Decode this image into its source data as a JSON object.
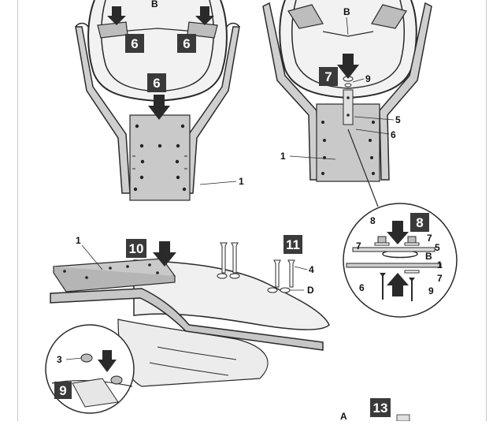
{
  "steps": {
    "s6a": "6",
    "s6b": "6",
    "s6c": "6",
    "s7": "7",
    "s8": "8",
    "s9": "9",
    "s10": "10",
    "s11": "11",
    "s13": "13"
  },
  "callouts": {
    "b_top_left": "B",
    "b_top_right": "B",
    "p1_topleft": "1",
    "p9_top": "9",
    "p5_top": "5",
    "p6_top": "6",
    "p1_topright": "1",
    "p8_detail": "8",
    "p7_detail_left": "7",
    "p7_detail_right": "7",
    "p5_detail": "5",
    "b_detail": "B",
    "p1_detail": "1",
    "p7_detail_lower": "7",
    "p6_detail": "6",
    "p9_detail": "9",
    "p1_bottom": "1",
    "p4_bottom": "4",
    "d_bottom": "D",
    "p3_bottom": "3",
    "a_bottom": "A"
  },
  "colors": {
    "plate_fill": "#c9c9c9",
    "line": "#2a2a2a",
    "badge": "#3a3a3a",
    "page_edge": "#c8c8c8"
  }
}
